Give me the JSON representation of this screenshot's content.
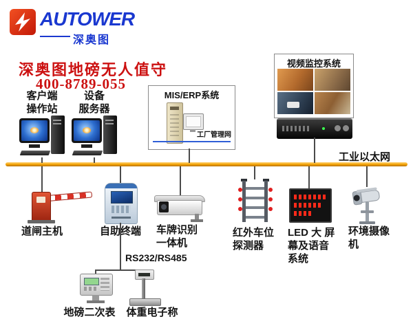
{
  "logo": {
    "brand": "AUTOWER",
    "brand_cn": "深奥图"
  },
  "header": {
    "title": "深奥图地磅无人值守",
    "phone": "400-8789-055"
  },
  "network": {
    "bus_label": "工业以太网",
    "serial_label": "RS232/RS485"
  },
  "nodes": {
    "client_station": "客户端\n操作站",
    "device_server": "设备\n服务器",
    "mis_erp_title": "MIS/ERP系统",
    "mis_erp_note": "工厂管理网",
    "video_title": "视频监控系统",
    "barrier": "道闸主机",
    "kiosk": "自助终端",
    "lpr": "车牌识别\n一体机",
    "infrared": "红外车位\n探测器",
    "led": "LED 大 屏\n幕及语音\n系统",
    "env_camera": "环境摄像\n机",
    "indicator": "地磅二次表",
    "scale": "体重电子称"
  },
  "colors": {
    "brand_blue": "#1a38d0",
    "accent_red": "#cc1111",
    "bus_orange": "#f2a100",
    "led_red": "#ff2a1a"
  }
}
